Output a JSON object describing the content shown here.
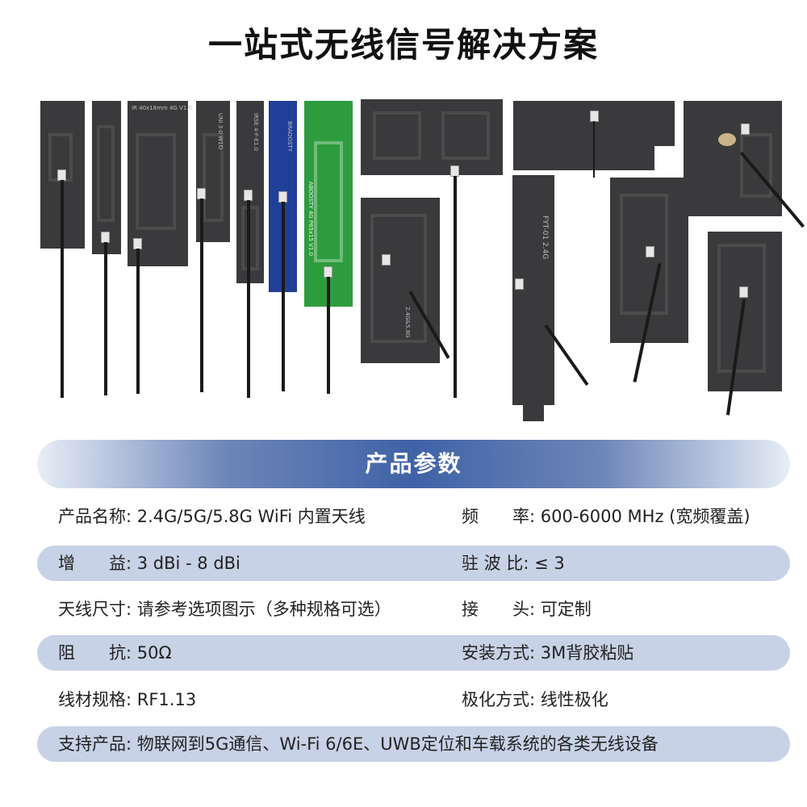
{
  "title": "一站式无线信号解决方案",
  "pcb_labels": {
    "p3": "IR 40x18mm 4G V1.0",
    "p4": "UNI 3-0 W1O",
    "p5": "IR5E 4-F-E1.0",
    "p6": "BRAOOSTY",
    "p7": "ABOOSTY 4G P65x15 V1.0",
    "p10": "FYT-01 2.4G",
    "p9": "2.4G&5.8G"
  },
  "spec_title": "产品参数",
  "specs": [
    {
      "left_label": "产品名称:",
      "left_value": " 2.4G/5G/5.8G WiFi 内置天线",
      "right_label": "频　　率:",
      "right_value": " 600-6000 MHz (宽频覆盖)"
    },
    {
      "left_label": "增　　益:",
      "left_value": " 3 dBi - 8 dBi",
      "right_label": "驻 波 比:",
      "right_value": " ≤ 3"
    },
    {
      "left_label": "天线尺寸:",
      "left_value": " 请参考选项图示（多种规格可选）",
      "right_label": "接　　头:",
      "right_value": " 可定制"
    },
    {
      "left_label": "阻　　抗:",
      "left_value": " 50Ω",
      "right_label": "安装方式:",
      "right_value": " 3M背胶粘贴"
    },
    {
      "left_label": "线材规格:",
      "left_value": " RF1.13",
      "right_label": "极化方式:",
      "right_value": " 线性极化"
    },
    {
      "full_label": "支持产品:",
      "full_value": " 物联网到5G通信、Wi-Fi 6/6E、UWB定位和车载系统的各类无线设备"
    }
  ]
}
